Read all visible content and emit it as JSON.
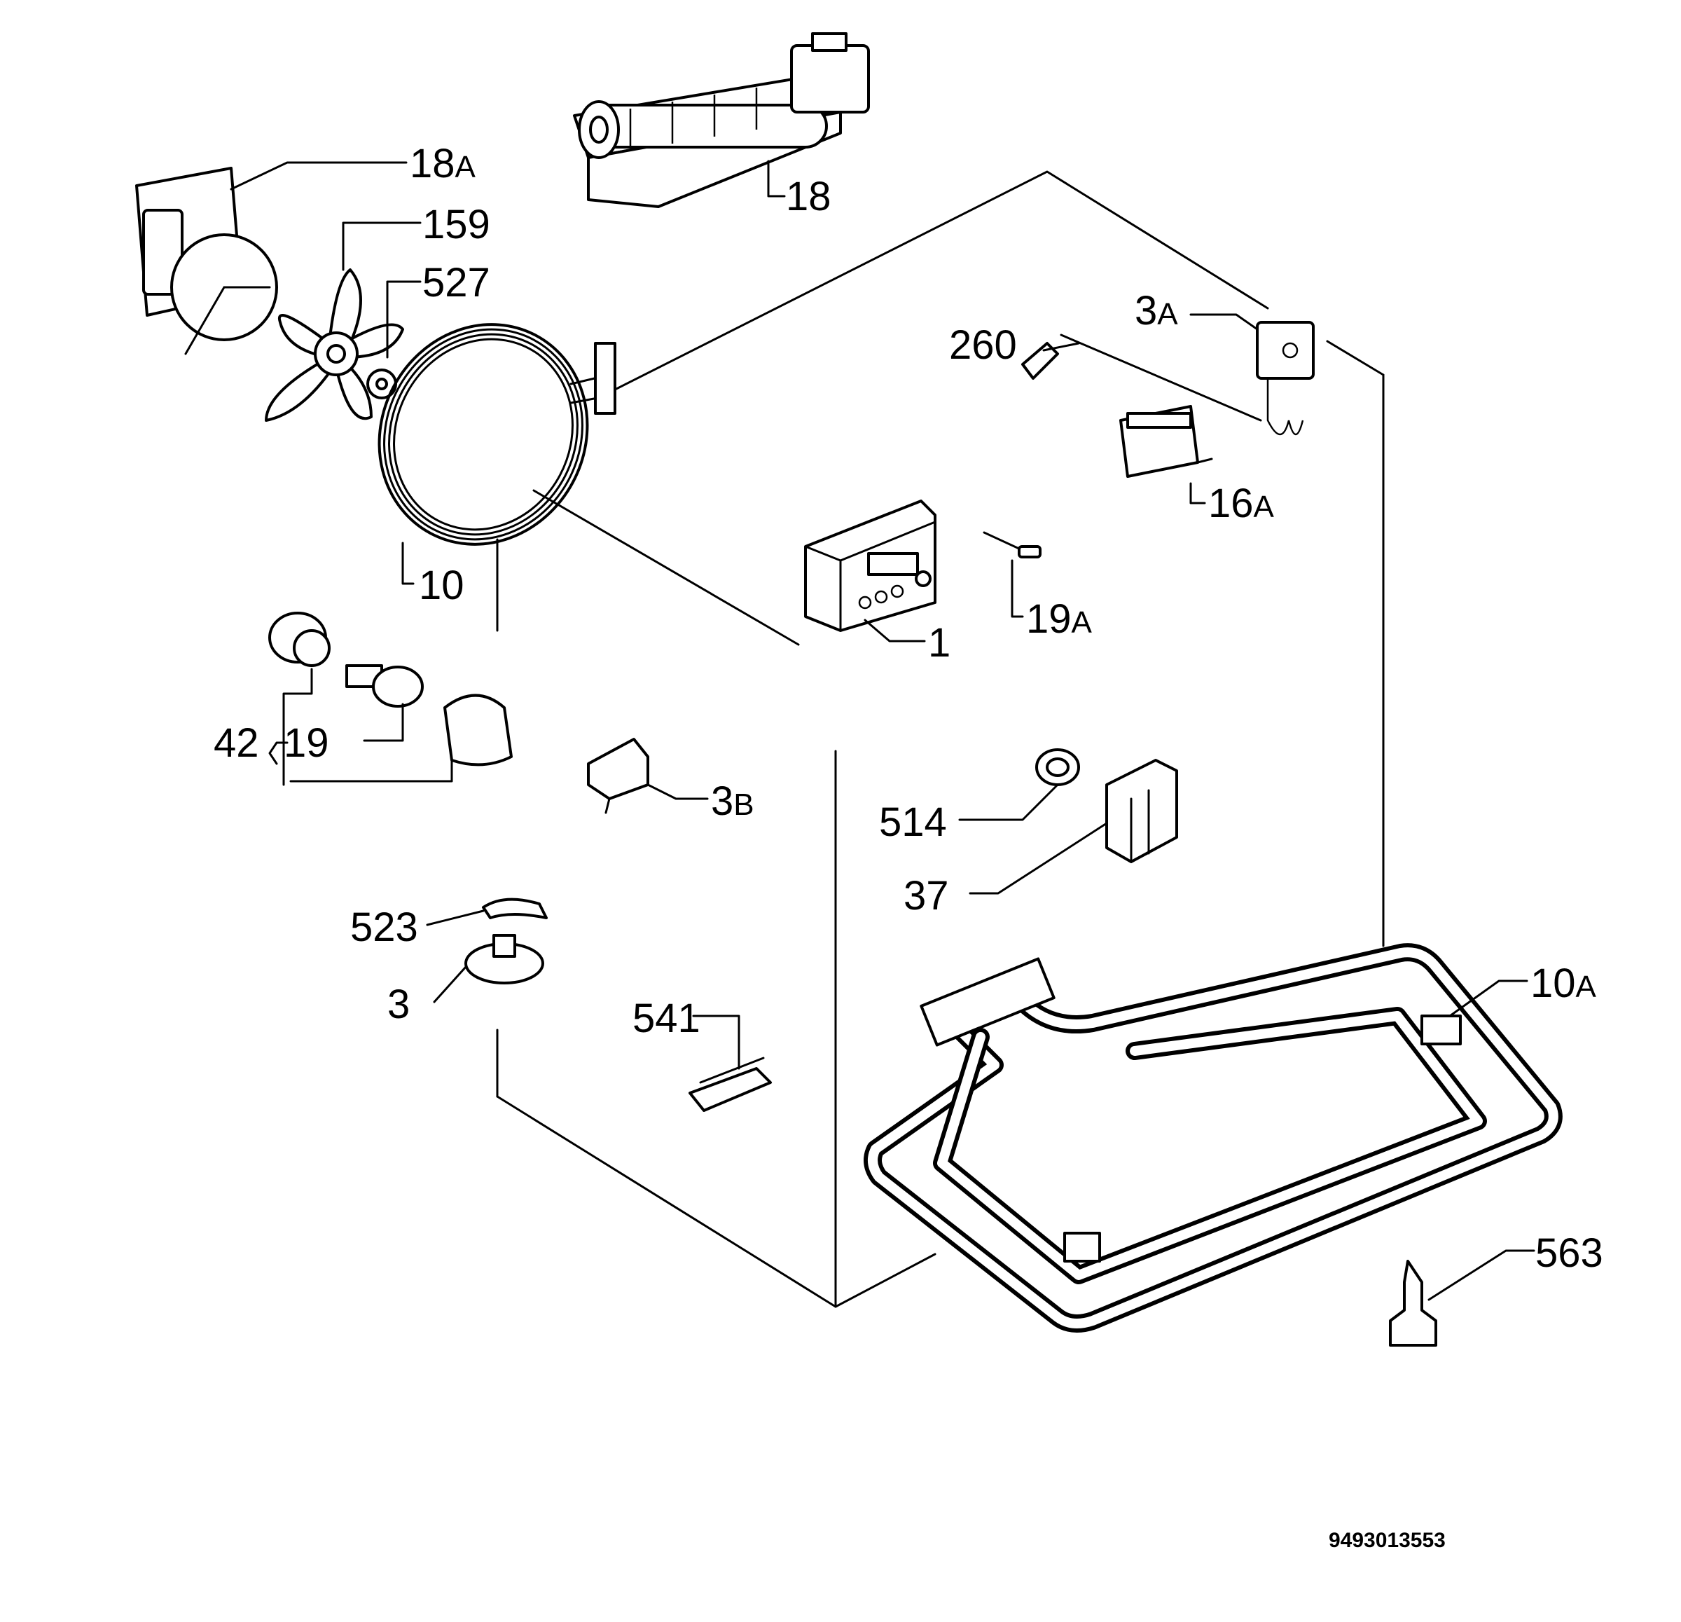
{
  "drawing_code": "9493013553",
  "parts": [
    {
      "key": "p18A",
      "number": "18",
      "suffix": "A"
    },
    {
      "key": "p18",
      "number": "18",
      "suffix": ""
    },
    {
      "key": "p159",
      "number": "159",
      "suffix": ""
    },
    {
      "key": "p527",
      "number": "527",
      "suffix": ""
    },
    {
      "key": "p3A",
      "number": "3",
      "suffix": "A"
    },
    {
      "key": "p260",
      "number": "260",
      "suffix": ""
    },
    {
      "key": "p16A",
      "number": "16",
      "suffix": "A"
    },
    {
      "key": "p10",
      "number": "10",
      "suffix": ""
    },
    {
      "key": "p1",
      "number": "1",
      "suffix": ""
    },
    {
      "key": "p19A",
      "number": "19",
      "suffix": "A"
    },
    {
      "key": "p42",
      "number": "42",
      "suffix": ""
    },
    {
      "key": "p19",
      "number": "19",
      "suffix": ""
    },
    {
      "key": "p3B",
      "number": "3",
      "suffix": "B"
    },
    {
      "key": "p514",
      "number": "514",
      "suffix": ""
    },
    {
      "key": "p37",
      "number": "37",
      "suffix": ""
    },
    {
      "key": "p523",
      "number": "523",
      "suffix": ""
    },
    {
      "key": "p3",
      "number": "3",
      "suffix": ""
    },
    {
      "key": "p541",
      "number": "541",
      "suffix": ""
    },
    {
      "key": "p10A",
      "number": "10",
      "suffix": "A"
    },
    {
      "key": "p563",
      "number": "563",
      "suffix": ""
    }
  ]
}
